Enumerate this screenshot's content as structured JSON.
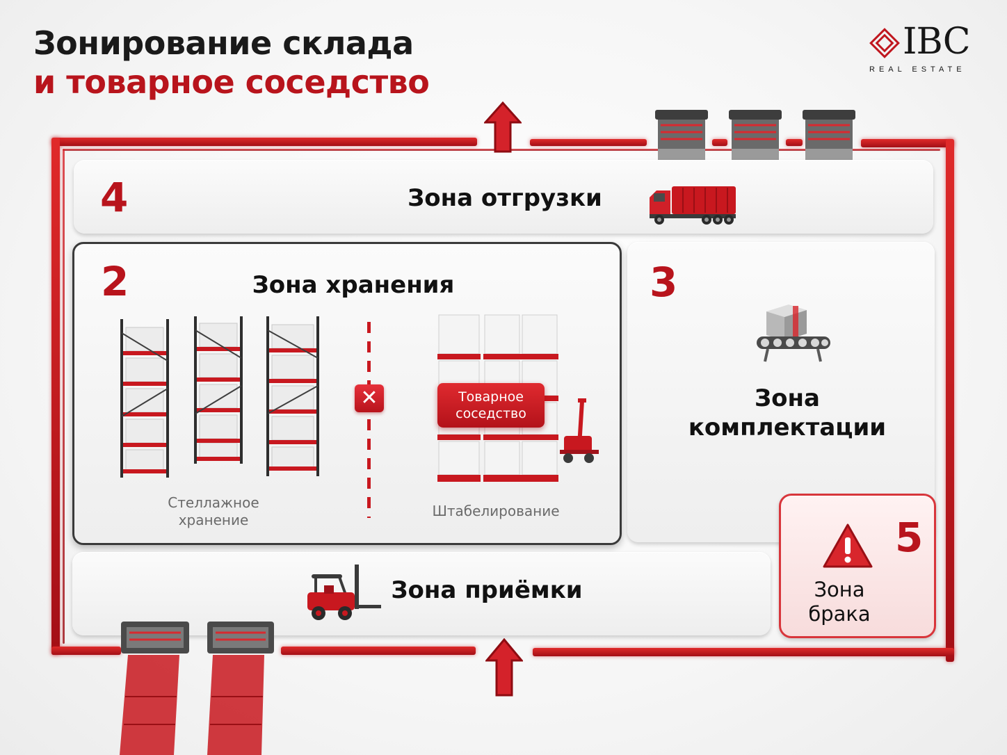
{
  "header": {
    "title_line1": "Зонирование склада",
    "title_line2": "и товарное соседство"
  },
  "logo": {
    "brand": "IBC",
    "tagline": "REAL ESTATE",
    "icon": "diamond-logo-icon"
  },
  "colors": {
    "accent_red": "#b8141c",
    "zone_bg": "#f2f2f2",
    "text_dark": "#111111",
    "text_muted": "#6a6a6a",
    "defect_bg": "#fbe4e4"
  },
  "zones": {
    "shipping": {
      "number": "4",
      "label": "Зона отгрузки",
      "icon": "truck-icon"
    },
    "storage": {
      "number": "2",
      "label": "Зона хранения",
      "rack_caption": "Стеллажное хранение",
      "stack_caption": "Штабелирование",
      "neighborhood_badge": "Товарное соседство",
      "separator_icon": "cross-icon"
    },
    "picking": {
      "number": "3",
      "label": "Зона комплектации",
      "icon": "conveyor-box-icon"
    },
    "receiving": {
      "number": "",
      "label": "Зона приёмки",
      "icon": "forklift-icon"
    },
    "defect": {
      "number": "5",
      "label": "Зона брака",
      "icon": "warning-triangle-icon"
    }
  },
  "flow_arrows": [
    "arrow-up-icon",
    "arrow-up-icon"
  ]
}
